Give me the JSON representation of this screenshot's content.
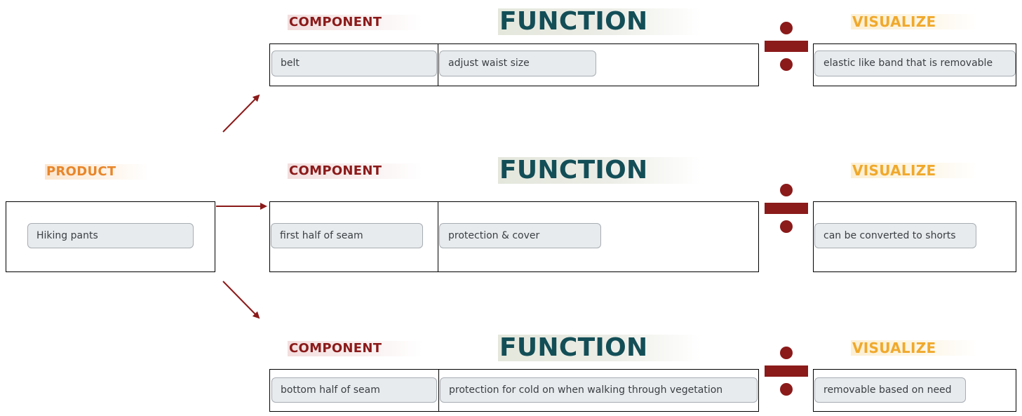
{
  "product": {
    "header": "PRODUCT",
    "value": "Hiking pants"
  },
  "rows": [
    {
      "component_header": "COMPONENT",
      "function_header": "FUNCTION",
      "visualize_header": "VISUALIZE",
      "component": "belt",
      "function": "adjust waist size",
      "visualize": "elastic like band that is removable"
    },
    {
      "component_header": "COMPONENT",
      "function_header": "FUNCTION",
      "visualize_header": "VISUALIZE",
      "component": "first half of seam",
      "function": "protection & cover",
      "visualize": "can be converted to shorts"
    },
    {
      "component_header": "COMPONENT",
      "function_header": "FUNCTION",
      "visualize_header": "VISUALIZE",
      "component": "bottom half of seam",
      "function": "protection for cold on when walking through vegetation",
      "visualize": "removable based on need"
    }
  ],
  "colors": {
    "product": "#e8862a",
    "component": "#8b1a1a",
    "function": "#134e57",
    "visualize": "#f0a92c",
    "arrow": "#8b1a1a",
    "field_bg": "#e8ebed"
  },
  "icons": {
    "operator": "divide-sign-icon",
    "connector": "arrow-icon"
  }
}
